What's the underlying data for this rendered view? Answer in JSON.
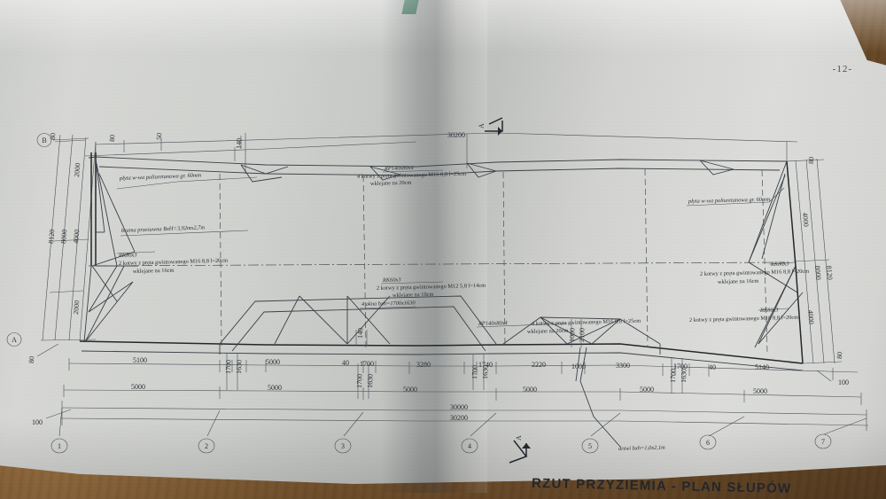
{
  "document": {
    "page_number": "-12-",
    "drawing_title": "RZUT PRZYZIEMIA - PLAN SŁUPÓW",
    "section_marker": "A"
  },
  "annotations": {
    "panel_left": "płyta w-wa poliuretanowa gr. 60mm",
    "panel_right": "płyta w-wa poliuretanowa gr. 60mm",
    "gate": "brama przesuwna BxH=3,92mx2,7m",
    "door": "drzwi bxh=1,0x2,1m",
    "windows": "4 okna bxh=1700x1630",
    "rk80_left_title": "RK80x3",
    "rk80_left_note1": "2 kotwy z pręta gwintowanego M16 8,8 l=20cm",
    "rk80_left_note2": "wklejane na 16cm",
    "rk60_title": "RK60x3",
    "rk60_note1": "2 kotwy z pręta gwintowanego M12 5,8 l=14cm",
    "rk60_note2": "wklejane na 10cm",
    "rp140_top_title": "RP140x80x4",
    "rp140_top_note1": "4 kotwy z pręta gwintowanego M16 8,8 l=25cm",
    "rp140_top_note2": "wklejane na 20cm",
    "rp140_bot_title": "RP140x80x4",
    "rp140_bot_note1": "4 kotwy z pręta gwintowanego M16 8,8 l=25cm",
    "rp140_bot_note2": "wklejane na 20cm",
    "rk80_right_a_title": "RK80x3",
    "rk80_right_a_note1": "2 kotwy z pręta gwintowanego M16 8,8 l=20cm",
    "rk80_right_a_note2": "wklejane na 16cm",
    "rk80_right_b_title": "RK80x3",
    "rk80_right_b_note1": "2 kotwy z pręta gwintowanego M16 8,8 l=20cm"
  },
  "grid_bubbles_bottom": [
    "1",
    "2",
    "3",
    "4",
    "5",
    "6",
    "7"
  ],
  "grid_bubbles_left": [
    "B",
    "A"
  ],
  "dimensions": {
    "top_row": [
      "80",
      "50",
      "140",
      "30200"
    ],
    "left_vertical": [
      "80",
      "2000",
      "4000",
      "8000",
      "8120",
      "2000",
      "80"
    ],
    "right_vertical": [
      "80",
      "4000",
      "8000",
      "8120",
      "4000",
      "80",
      "100"
    ],
    "chain_1": [
      "5100",
      "1700",
      "5000",
      "40",
      "1700",
      "3280",
      "1740",
      "2220",
      "1000",
      "3300",
      "1700",
      "40",
      "5140"
    ],
    "chain_2": [
      "5000",
      "5000",
      "5000",
      "5000",
      "5000",
      "5000"
    ],
    "totals": [
      "30000",
      "30200"
    ],
    "window_stack": [
      "1700",
      "1630"
    ],
    "door_stack": [
      "1000",
      "2100"
    ],
    "edge_small": [
      "100",
      "100",
      "80"
    ]
  }
}
